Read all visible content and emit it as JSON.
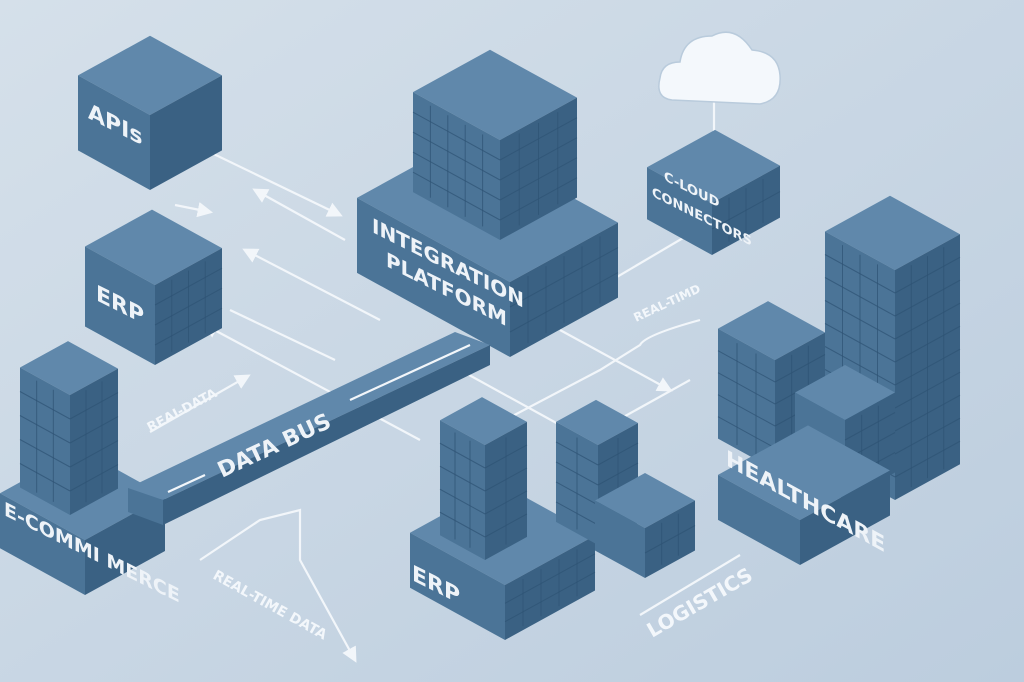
{
  "nodes": {
    "apis": "APIs",
    "erp_left": "ERP",
    "ecommerce": "E-COMMI MERCE",
    "integration_line1": "INTEGRATION",
    "integration_line2": "PLATFORM",
    "cloud_line1": "C-LOUD",
    "cloud_line2": "CONNECTORS",
    "healthcare": "HEALTHCARE",
    "erp_bottom": "ERP",
    "logistics": "LOGISTICS",
    "data_bus": "DATA BUS"
  },
  "flows": {
    "real_data_left": "REAI-DATA",
    "real_time_right": "REAL-TIMD",
    "real_time_bottom": "REAL-TIME DATA"
  },
  "colors": {
    "background": "#c9d7e3",
    "box_top": "#6088ab",
    "box_left": "#4b7497",
    "box_right": "#3a6183",
    "line": "#f2f6fa"
  }
}
